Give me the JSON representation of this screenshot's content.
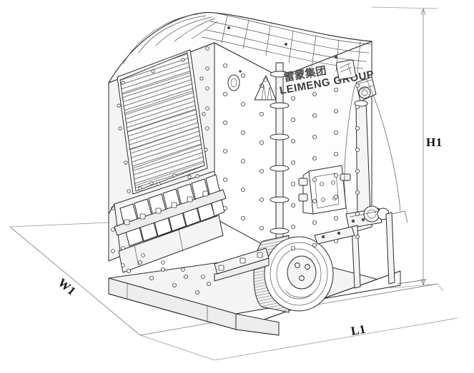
{
  "document": {
    "type": "technical-drawing",
    "subject": "Impact crusher machine isometric outline drawing",
    "background_color": "#ffffff",
    "line_color": "#2b2b2b",
    "dimension_line_color": "#8a8a8a"
  },
  "dimensions": {
    "height_label": "H1",
    "width_label": "W1",
    "length_label": "L1"
  },
  "branding": {
    "company_latin": "LEIMENG GROUP",
    "company_cjk": "雷蒙集团",
    "logo_alt": "leimeng-logo"
  },
  "annotations": {
    "nameplate": "nameplate-badge",
    "inspection_port": "inspection-port"
  },
  "components": [
    {
      "name": "curved-top-hood",
      "label": "Curved ribbed top hood"
    },
    {
      "name": "hatched-side-panel",
      "label": "Perforated side screen panel"
    },
    {
      "name": "grizzly-bars",
      "label": "Angled grizzly bar grate"
    },
    {
      "name": "flywheel-pulley",
      "label": "V-belt flywheel pulley"
    },
    {
      "name": "tension-rod",
      "label": "Spring tension adjustment rod"
    },
    {
      "name": "mounting-bracket",
      "label": "Side mounting bracket plate"
    },
    {
      "name": "base-frame",
      "label": "Riveted base frame"
    },
    {
      "name": "discharge-chute",
      "label": "Discharge chute"
    }
  ]
}
